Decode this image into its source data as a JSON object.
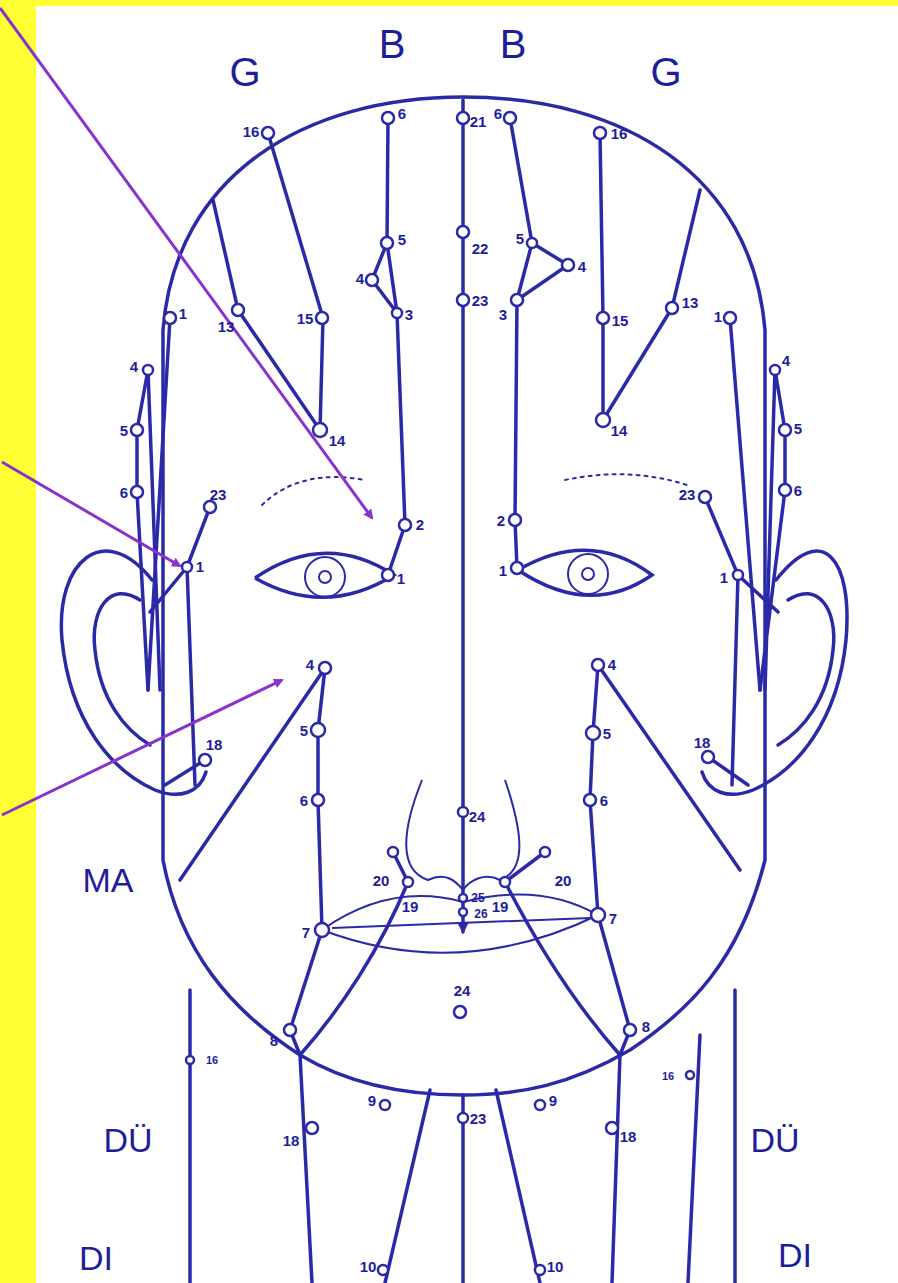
{
  "diagram": {
    "labels": [
      "G",
      "B",
      "B",
      "G",
      "16",
      "6",
      "21",
      "6",
      "16",
      "5",
      "22",
      "5",
      "4",
      "3",
      "23",
      "3",
      "4",
      "1",
      "13",
      "15",
      "15",
      "13",
      "1",
      "4",
      "4",
      "5",
      "5",
      "14",
      "14",
      "6",
      "6",
      "23",
      "23",
      "2",
      "2",
      "1",
      "1",
      "1",
      "1",
      "4",
      "4",
      "5",
      "5",
      "18",
      "18",
      "6",
      "6",
      "24",
      "20",
      "20",
      "19",
      "25",
      "26",
      "19",
      "MA",
      "7",
      "7",
      "8",
      "8",
      "24",
      "16",
      "16",
      "DÜ",
      "DÜ",
      "18",
      "9",
      "23",
      "9",
      "18",
      "10",
      "10",
      "DI",
      "DI"
    ]
  }
}
